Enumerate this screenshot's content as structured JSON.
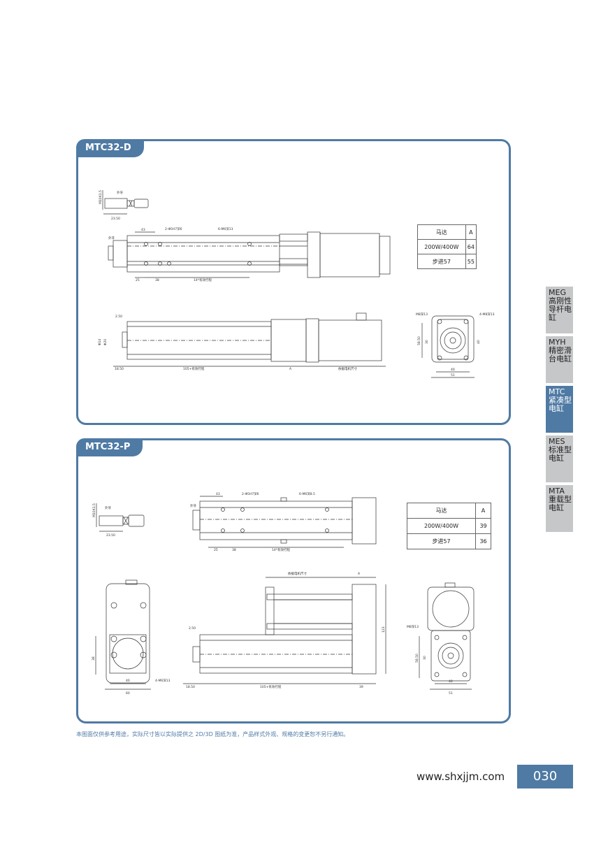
{
  "panels": {
    "d": {
      "title": "MTC32-D",
      "table": {
        "col_motor": "马达",
        "col_a": "A",
        "rows": [
          {
            "motor": "200W/400W",
            "a": "64"
          },
          {
            "motor": "步进57",
            "a": "55"
          }
        ]
      },
      "labels": {
        "shaft": "外牙",
        "shaft_dim_v": "M10X1.5",
        "shaft_dim_h": "23.50",
        "end": "外牙",
        "dim_43": "43",
        "holes_a": "2-Φ5H7深6",
        "holes_b": "6-M6深13",
        "dim_25": "25",
        "dim_38": "38",
        "stroke_pitch": "14*有效行程",
        "dim_250": "2.50",
        "dim_1850": "18.50",
        "stroke": "105+有效行程",
        "a": "A",
        "motor_size": "依据电机尺寸",
        "flange_left": "M8深13",
        "flange_right": "4-M8深13",
        "dim_40": "40",
        "dim_51": "51",
        "dim_5850": "58.50",
        "dim_30": "30",
        "dim_v40": "40",
        "dim_d1": "Φ14",
        "dim_d2": "Φ20"
      }
    },
    "p": {
      "title": "MTC32-P",
      "table": {
        "col_motor": "马达",
        "col_a": "A",
        "rows": [
          {
            "motor": "200W/400W",
            "a": "39"
          },
          {
            "motor": "步进57",
            "a": "36"
          }
        ]
      },
      "labels": {
        "shaft": "外牙",
        "shaft_dim_v": "M10X1.5",
        "shaft_dim_h": "23.50",
        "end": "外牙",
        "dim_43": "43",
        "holes_a": "2-Φ5H7深6",
        "holes_b": "6-M6深8.5",
        "dim_25": "25",
        "dim_38": "38",
        "stroke_pitch": "14*有效行程",
        "motor_size": "依据电机尺寸",
        "a": "A",
        "dim_250": "2.50",
        "dim_1850": "18.50",
        "stroke": "105+有效行程",
        "dim_39": "39",
        "dim_123": "123",
        "flange_left": "4-M6深13",
        "flange_right": "M8深13",
        "dim_40": "40",
        "dim_60": "60",
        "dim_38v": "38",
        "dim_51": "51",
        "dim_5850": "58.50",
        "dim_30": "30",
        "dim_v40": "40"
      }
    }
  },
  "side_tabs": [
    {
      "code": "MEG",
      "name": "高刚性导杆电缸",
      "active": false
    },
    {
      "code": "MYH",
      "name": "精密滑台电缸",
      "active": false
    },
    {
      "code": "MTC",
      "name": "紧凑型电缸",
      "active": true
    },
    {
      "code": "MES",
      "name": "标准型电缸",
      "active": false
    },
    {
      "code": "MTA",
      "name": "重载型电缸",
      "active": false
    }
  ],
  "disclaimer": "本图面仅供参考用途，实际尺寸皆以实际提供之 2D/3D 图纸为准，产品样式外观、规格的变更恕不另行通知。",
  "website": "www.shxjjm.com",
  "page_number": "030",
  "colors": {
    "accent": "#4f7aa4",
    "tab_inactive": "#c6c7c9",
    "line": "#333333"
  }
}
